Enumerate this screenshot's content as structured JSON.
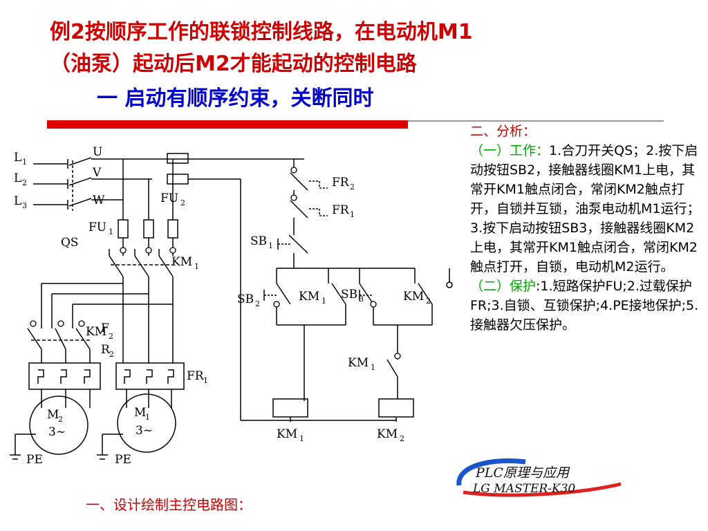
{
  "slide": {
    "title_line1": "例2按顺序工作的联锁控制线路，在电动机M1",
    "title_line2": "（油泵）起动后M2才能起动的控制电路",
    "title_line3": "一  启动有顺序约束，关断同时",
    "caption": "一、设计绘制主控电路图：",
    "colors": {
      "title_red": "#cc0000",
      "title_blue": "#0000cc",
      "accent_green": "#00aa00"
    }
  },
  "analysis": {
    "heading": "二、分析：",
    "work_heading": "（一）工作：",
    "work_text": "1.合刀开关QS；2.按下启动按钮SB2，接触器线圈KM1上电，其常开KM1触点闭合，常闭KM2触点打开，自锁并互锁，油泵电动机M1运行；3.按下启动按钮SB3，接触器线圈KM2上电，其常开KM1触点闭合，常闭KM2触点打开，自锁，电动机M2运行。",
    "protect_heading": "（二）保护",
    "protect_text": ":1.短路保护FU;2.过载保护FR;3.自锁、互锁保护;4.PE接地保护;5.接触器欠压保护。"
  },
  "logo": {
    "line1": "PLC原理与应用",
    "line2": "LG MASTER-K30"
  },
  "diagram": {
    "labels": {
      "L1": "L",
      "L1_sub": "1",
      "L2": "L",
      "L2_sub": "2",
      "L3": "L",
      "L3_sub": "3",
      "U": "U",
      "V": "V",
      "W": "W",
      "QS": "QS",
      "FU1": "FU",
      "FU1_sub": "1",
      "FU2": "FU",
      "FU2_sub": "2",
      "KM1_main": "KM",
      "KM1_main_sub": "1",
      "KM2_main": "KM",
      "KM2_main_sub": "2",
      "FR2_main": "F",
      "FR2_main_sub": "R",
      "FR2_main_sub2": "2",
      "FR1_main": "FR",
      "FR1_main_sub": "1",
      "M2": "M",
      "M2_sub": "2",
      "M2_phase": "3~",
      "M1": "M",
      "M1_sub": "1",
      "M1_phase": "3~",
      "PE_left": "PE",
      "PE_right": "PE",
      "FR2_ctrl": "FR",
      "FR2_ctrl_sub": "2",
      "FR1_ctrl": "FR",
      "FR1_ctrl_sub": "1",
      "SB1": "SB",
      "SB1_sub": "1",
      "SB2": "SB",
      "SB2_sub": "2",
      "KM1_hold": "KM",
      "KM1_hold_sub": "1",
      "SB3": "SB",
      "SB3_sub": "3",
      "KM2_inter": "KM",
      "KM2_inter_sub": "2",
      "KM1_seq": "KM",
      "KM1_seq_sub": "1",
      "KM1_coil": "KM",
      "KM1_coil_sub": "1",
      "KM2_coil": "KM",
      "KM2_coil_sub": "2"
    }
  }
}
